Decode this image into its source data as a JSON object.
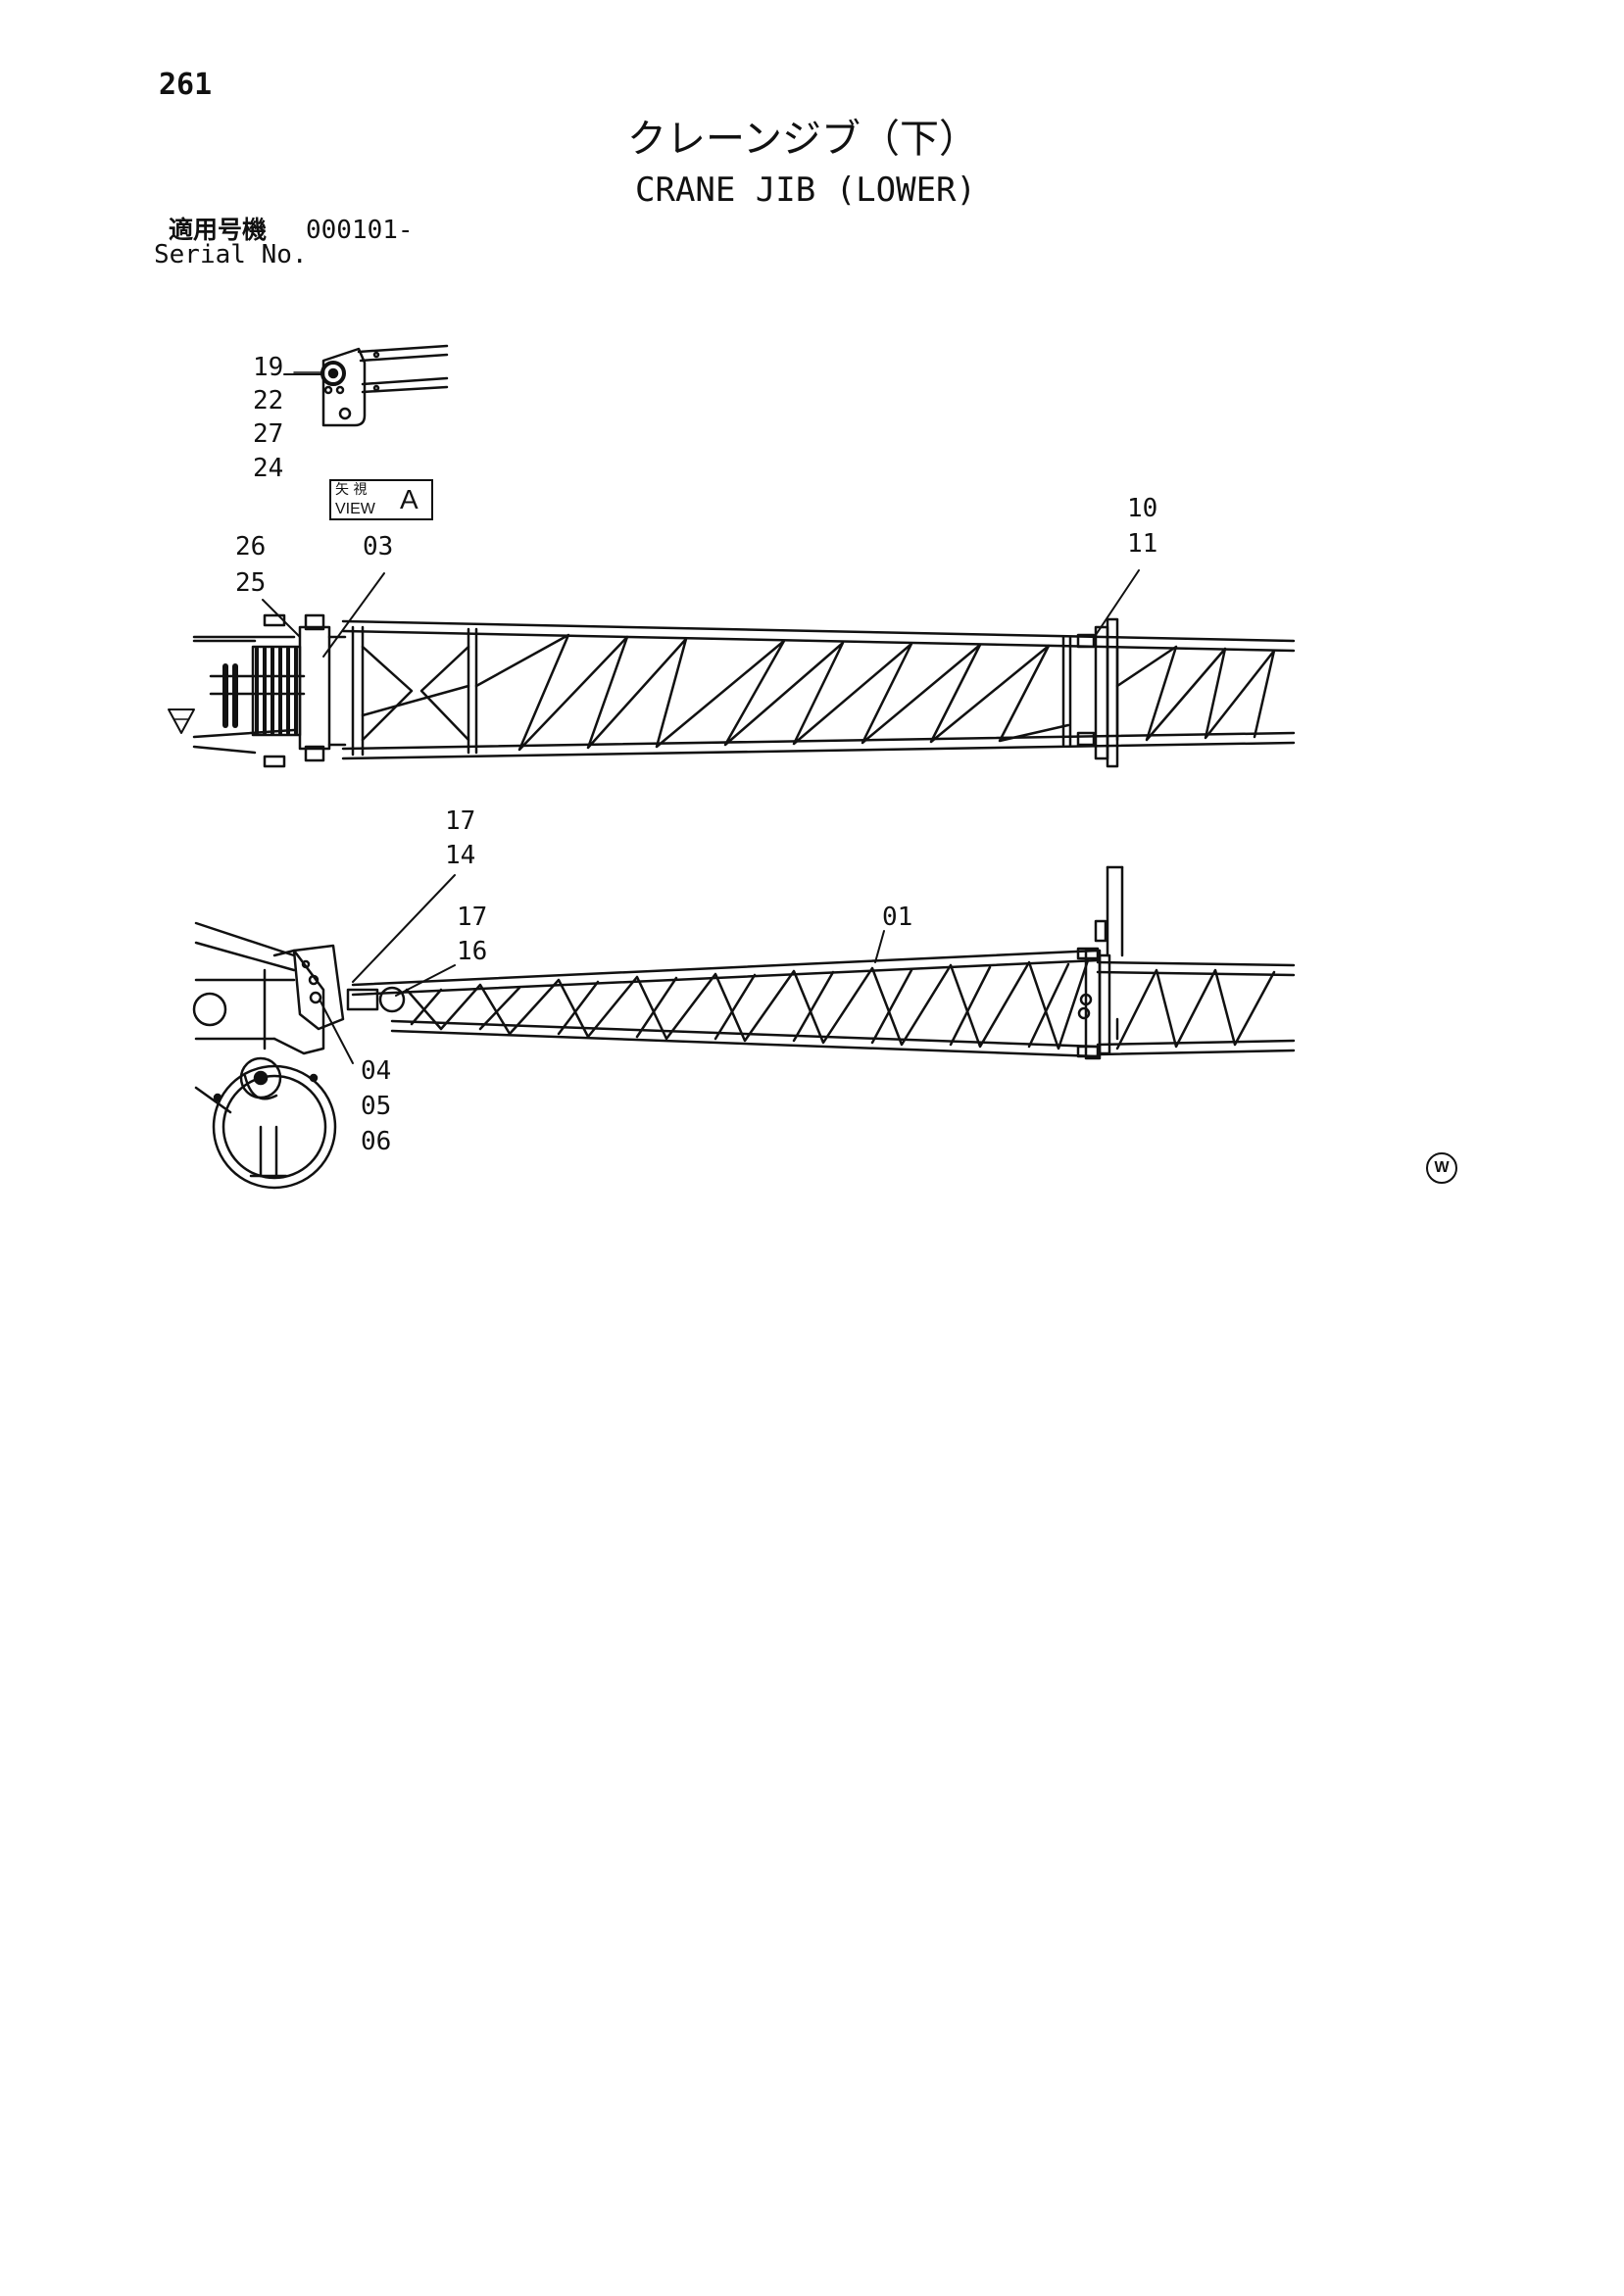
{
  "page": {
    "number": "261"
  },
  "title": {
    "japanese": "クレーンジブ（下）",
    "english": "CRANE JIB (LOWER)"
  },
  "serial": {
    "label_jp": "適用号機",
    "value": "000101-",
    "label_en": "Serial No."
  },
  "view": {
    "label_jp": "矢 視",
    "label_en": "VIEW",
    "letter": "A"
  },
  "callouts": {
    "top_group": [
      "19",
      "22",
      "27",
      "24"
    ],
    "left_26": "26",
    "left_25": "25",
    "part_03": "03",
    "part_10": "10",
    "part_11": "11",
    "part_17a": "17",
    "part_14": "14",
    "part_17b": "17",
    "part_16": "16",
    "part_01": "01",
    "part_04": "04",
    "part_05": "05",
    "part_06": "06"
  },
  "mark": {
    "letter": "W"
  },
  "colors": {
    "ink": "#111111",
    "paper": "#ffffff"
  }
}
